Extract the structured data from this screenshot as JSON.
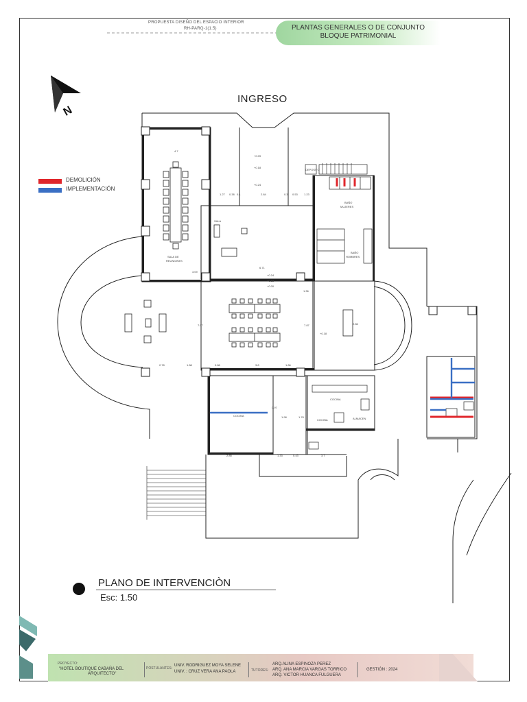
{
  "header": {
    "line1": "PROPUESTA DISEÑO DEL ESPACIO INTERIOR",
    "line2": "RH-PARQ-1(1.5)",
    "title_line1": "PLANTAS GENERALES O DE CONJUNTO",
    "title_line2": "BLOQUE PATRIMONIAL"
  },
  "plan": {
    "entrance_label": "INGRESO",
    "north_letter": "N",
    "rooms": {
      "sala": "SALA",
      "sala_reuniones_1": "SALA DE",
      "sala_reuniones_2": "REUNIONES",
      "bano_mujeres_1": "BAÑO",
      "bano_mujeres_2": "MUJERES",
      "bano_hombres_1": "BAÑO",
      "bano_hombres_2": "HOMBRES",
      "cocina_1": "COCINA",
      "cocina_2": "COCINA",
      "cocina_3": "COCINA",
      "almacen": "ALMACEN",
      "deposito": "DEPOSITO"
    },
    "dims": {
      "d1": "4.7",
      "d2": "1.27",
      "d3": "0.38",
      "d4": "0.1",
      "d5": "2.84",
      "d6": "0.3",
      "d7": "0.53",
      "d8": "1.23",
      "d9": "6.71",
      "d10": "7.07",
      "d11": "2.78",
      "d12": "1.88",
      "d13": "0.86",
      "d14": "3.8",
      "d15": "1.86",
      "d16": "7.87",
      "d17": "2.86",
      "d18": "1.33",
      "d19": "0.43",
      "d20": "3.7",
      "d21": "1.98",
      "d22": "1.78",
      "d23": "0.97",
      "d24": "3.09",
      "d25": "1.36",
      "d26": "2.85"
    },
    "levels": {
      "l1": "+0.09",
      "l2": "+0.18",
      "l3": "+0.24",
      "l4": "+0.24",
      "l5": "+0.18",
      "l6": "+0.00",
      "l7": "+0.18"
    }
  },
  "legend": {
    "demolicion_label": "DEMOLICIÓN",
    "implementacion_label": "IMPLEMENTACIÓN",
    "demolicion_color": "#e0262b",
    "implementacion_color": "#3a6fc4"
  },
  "plan_title": {
    "title": "PLANO DE INTERVENCIÒN",
    "scale": "Esc: 1.50"
  },
  "footer": {
    "proyecto_label": "PROYECTO:",
    "proyecto_value_1": "\"HOTEL BOUTIQUE CABAÑA DEL",
    "proyecto_value_2": "ARQUITECTO\"",
    "postulantes_label": "POSTULANTES:",
    "postulante_1": "UNIV. RODRIGUEZ MOYA SELENE",
    "postulante_2": "UNIV. : CRUZ VERA ANA PAOLA",
    "tutores_label": "TUTORES:",
    "tutor_1": "ARQ.ALINA ESPINOZA PEREZ",
    "tutor_2": "ARQ. ANA MARCIA VARGAS TORRICO",
    "tutor_3": "ARQ. VICTOR HUANCA FULGUERA",
    "gestion": "GESTIÓN : 2024"
  }
}
